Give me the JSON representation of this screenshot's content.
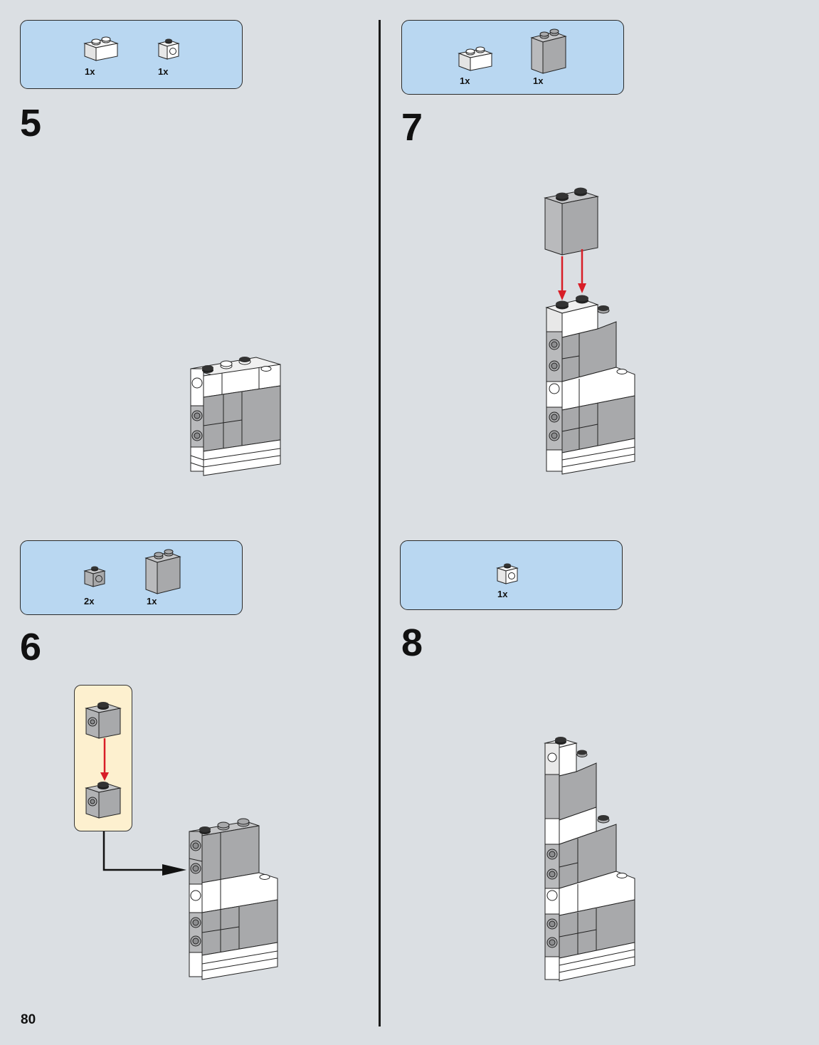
{
  "page_number": "80",
  "steps": [
    {
      "number": "5",
      "parts": [
        {
          "qty": "1x",
          "part": "white-1x2-brick"
        },
        {
          "qty": "1x",
          "part": "white-1x1-technic-brick"
        }
      ]
    },
    {
      "number": "6",
      "parts": [
        {
          "qty": "2x",
          "part": "gray-1x1-technic-brick"
        },
        {
          "qty": "1x",
          "part": "gray-1x2x2-brick"
        }
      ]
    },
    {
      "number": "7",
      "parts": [
        {
          "qty": "1x",
          "part": "white-1x2-brick"
        },
        {
          "qty": "1x",
          "part": "gray-1x2x2-brick"
        }
      ]
    },
    {
      "number": "8",
      "parts": [
        {
          "qty": "1x",
          "part": "white-1x1-technic-brick"
        }
      ]
    }
  ],
  "colors": {
    "background": "#dbdfe3",
    "parts_box": "#b9d7f1",
    "subassembly_box": "#fdf0cf",
    "arrow_red": "#d81e27",
    "brick_gray": "#a8a9ab",
    "brick_white": "#ffffff"
  }
}
